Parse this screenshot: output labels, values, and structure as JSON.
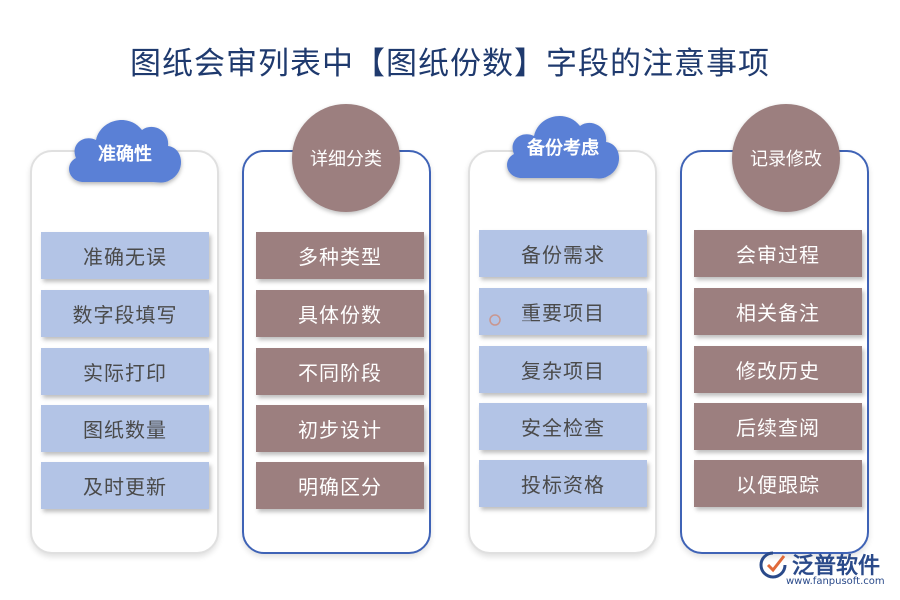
{
  "title": "图纸会审列表中【图纸份数】字段的注意事项",
  "columns": [
    {
      "header": "准确性",
      "items": [
        "准确无误",
        "数字段填写",
        "实际打印",
        "图纸数量",
        "及时更新"
      ]
    },
    {
      "header": "详细分类",
      "items": [
        "多种类型",
        "具体份数",
        "不同阶段",
        "初步设计",
        "明确区分"
      ]
    },
    {
      "header": "备份考虑",
      "items": [
        "备份需求",
        "重要项目",
        "复杂项目",
        "安全检查",
        "投标资格"
      ]
    },
    {
      "header": "记录修改",
      "items": [
        "会审过程",
        "相关备注",
        "修改历史",
        "后续查阅",
        "以便跟踪"
      ]
    }
  ],
  "logo": {
    "name": "泛普软件",
    "url": "www.fanpusoft.com"
  },
  "colors": {
    "blue": "#b3c4e6",
    "brown": "#9c7f7f",
    "cloud": "#5a80d6",
    "title": "#1f3a6e"
  }
}
